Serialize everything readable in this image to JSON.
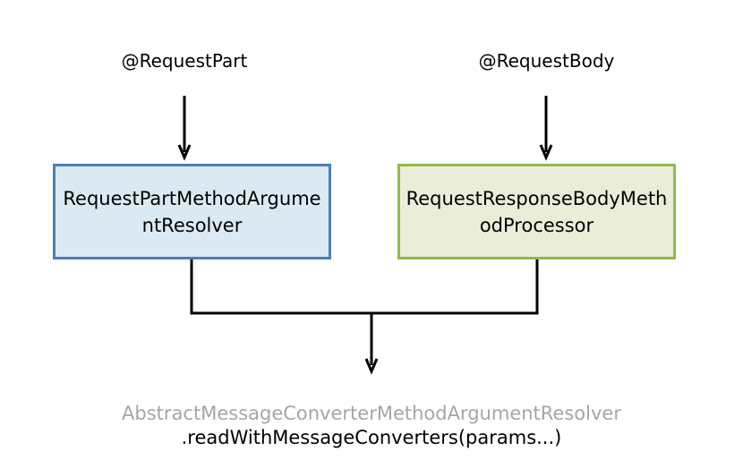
{
  "labels": {
    "left_annotation": "@RequestPart",
    "right_annotation": "@RequestBody"
  },
  "boxes": {
    "left": {
      "text": "RequestPartMethodArgumentResolver",
      "fill": "#dbeaf2",
      "border": "#4a7fb8"
    },
    "right": {
      "text": "RequestResponseBodyMethodProcessor",
      "fill": "#eaeed9",
      "border": "#93b94a"
    }
  },
  "target": {
    "class_name": "AbstractMessageConverterMethodArgumentResolver",
    "class_color": "#a6a6a6",
    "method_call": ".readWithMessageConverters(params...)"
  }
}
